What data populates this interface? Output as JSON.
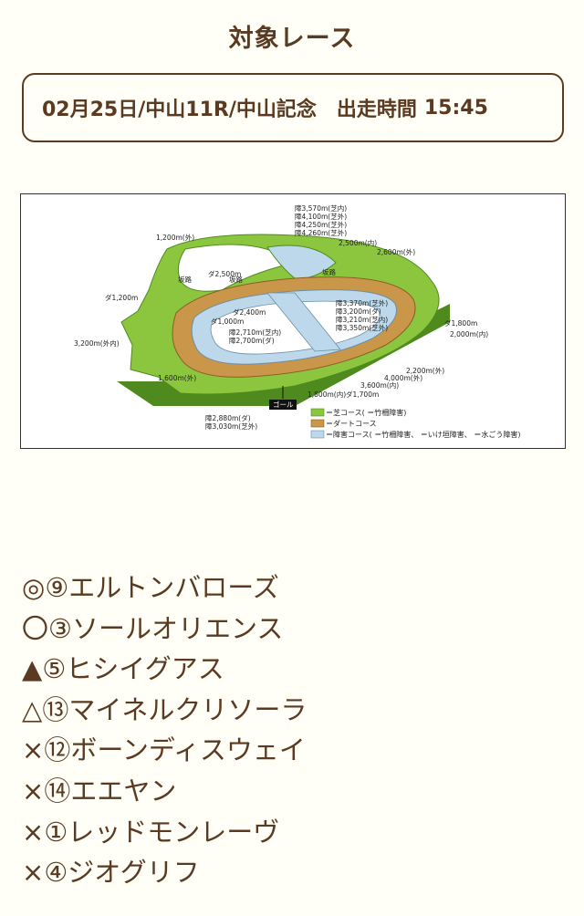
{
  "header": {
    "title": "対象レース"
  },
  "race": {
    "info": "02月25日/中山11R/中山記念",
    "start_label": "出走時間",
    "start_time": "15:45"
  },
  "course_map": {
    "labels": {
      "l1": "1,200m(外)",
      "l2": "障3,570m(芝内)",
      "l3": "障4,100m(芝外)",
      "l4": "障4,250m(芝外)",
      "l5": "障4,260m(芝外)",
      "l6": "2,500m(内)",
      "l7": "2,600m(外)",
      "l8": "坂路",
      "l9": "ダ2,500m",
      "l10": "坂路",
      "l11": "坂路",
      "l12": "ダ1,200m",
      "l13": "ダ2,400m",
      "l14": "ダ1,000m",
      "l15": "障2,710m(芝内)",
      "l16": "障2,700m(ダ)",
      "l17": "障3,370m(芝外)",
      "l18": "障3,200m(ダ)",
      "l19": "障3,210m(芝内)",
      "l20": "障3,350m(芝外)",
      "l21": "ダ1,800m",
      "l22": "2,000m(内)",
      "l23": "3,200m(外内)",
      "l24": "1,600m(外)",
      "l25": "2,200m(外)",
      "l26": "4,000m(外)",
      "l27": "3,600m(内)",
      "l28": "ダ1,700m",
      "l29": "1,800m(内)",
      "l30": "ゴール",
      "l31": "障2,880m(ダ)",
      "l32": "障3,030m(芝外)"
    },
    "legend": {
      "turf": "＝芝コース(    ＝竹柵障害)",
      "dirt": "＝ダートコース",
      "jump": "＝障害コース(    ＝竹柵障害、    ＝いけ垣障害、    ＝水ごう障害)"
    },
    "colors": {
      "turf": "#8cc63f",
      "dirt": "#c9964a",
      "jump": "#bcd8ea"
    }
  },
  "picks": [
    {
      "mark": "◎",
      "name": "⑨エルトンバローズ"
    },
    {
      "mark": "〇",
      "name": "③ソールオリエンス"
    },
    {
      "mark": "▲",
      "name": "⑤ヒシイグアス"
    },
    {
      "mark": "△",
      "name": "⑬マイネルクリソーラ"
    },
    {
      "mark": "×",
      "name": "⑫ボーンディスウェイ"
    },
    {
      "mark": "×",
      "name": "⑭エエヤン"
    },
    {
      "mark": "×",
      "name": "①レッドモンレーヴ"
    },
    {
      "mark": "×",
      "name": "④ジオグリフ"
    }
  ]
}
